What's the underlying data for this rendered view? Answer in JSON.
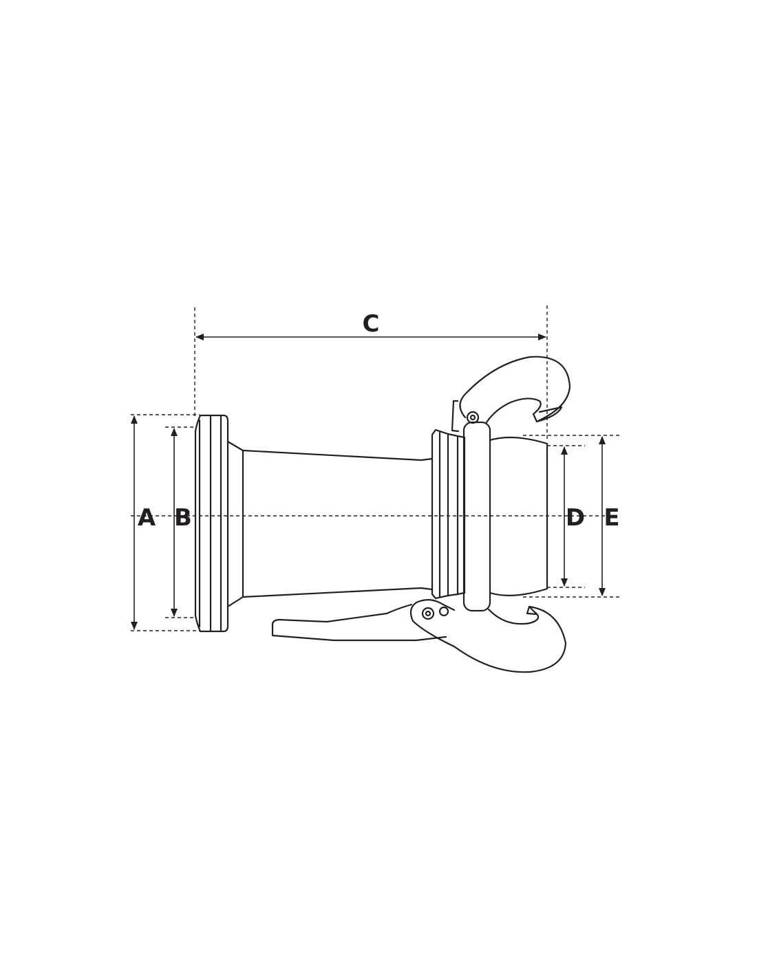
{
  "dimensions": {
    "a": "A",
    "b": "B",
    "c": "C",
    "d": "D",
    "e": "E"
  },
  "colors": {
    "line": "#231f20",
    "background": "#ffffff"
  }
}
